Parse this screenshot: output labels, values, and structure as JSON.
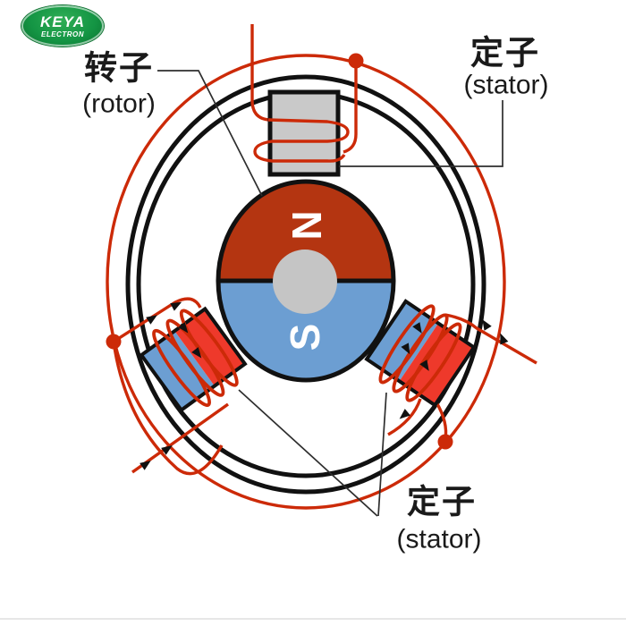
{
  "logo": {
    "brand": "KEYA",
    "subtitle": "ELECTRON"
  },
  "labels": {
    "rotor": {
      "zh": "转子",
      "en": "(rotor)"
    },
    "stator_top": {
      "zh": "定子",
      "en": "(stator)"
    },
    "stator_bottom": {
      "zh": "定子",
      "en": "(stator)"
    }
  },
  "rotor_poles": {
    "north": "N",
    "south": "S"
  },
  "colors": {
    "wire_red": "#cc2a08",
    "rotor_red": "#b43511",
    "stator_red": "#ee392b",
    "pole_blue": "#6c9ed2",
    "core_gray": "#c9c9c9",
    "shaft_gray": "#c5c5c5",
    "outline_black": "#111111",
    "logo_green": "#149544"
  }
}
